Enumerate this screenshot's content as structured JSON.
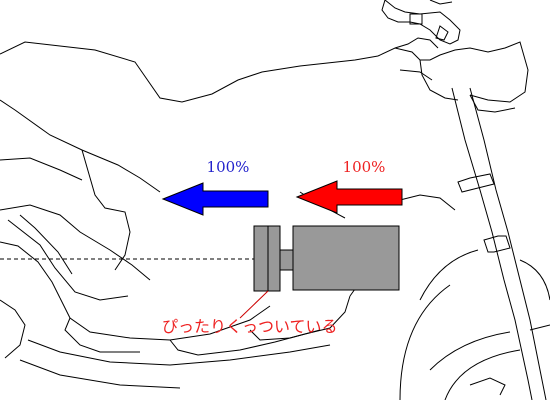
{
  "labels": {
    "blue_percent": "100%",
    "red_percent": "100%",
    "callout": "ぴったりくっついている"
  },
  "colors": {
    "blue_arrow": "#0000ff",
    "red_arrow": "#ff0000",
    "blue_text": "#2222cc",
    "red_text": "#ee2222",
    "part_fill": "#999999",
    "outline": "#000000",
    "callout_line": "#cc0000"
  }
}
